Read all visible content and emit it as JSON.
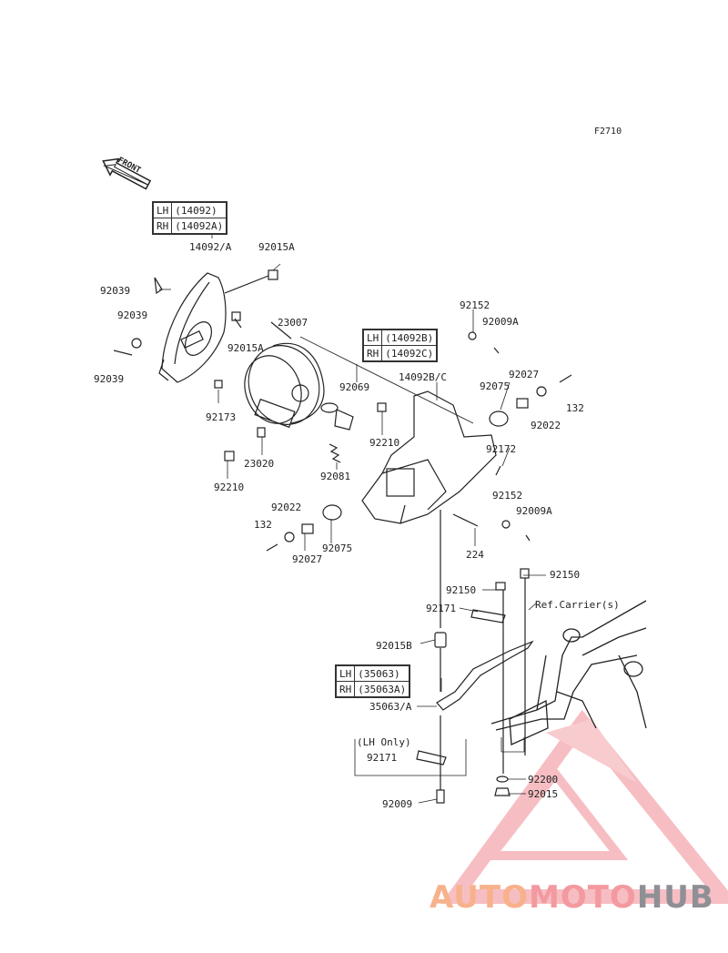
{
  "figure_code": "F2710",
  "front_label": "FRONT",
  "ref_label": "Ref.Carrier(s)",
  "lh_only_label": "(LH Only)",
  "tables": {
    "headlight_housing": [
      {
        "side": "LH",
        "part": "(14092)"
      },
      {
        "side": "RH",
        "part": "(14092A)"
      }
    ],
    "cover": [
      {
        "side": "LH",
        "part": "(14092B)"
      },
      {
        "side": "RH",
        "part": "(14092C)"
      }
    ],
    "bracket": [
      {
        "side": "LH",
        "part": "(35063)"
      },
      {
        "side": "RH",
        "part": "(35063A)"
      }
    ]
  },
  "part_labels": [
    "14092/A",
    "92015A",
    "92039",
    "92039",
    "92039",
    "23007",
    "92015A",
    "92173",
    "23020",
    "92210",
    "92069",
    "92210",
    "92081",
    "14092B/C",
    "92152",
    "92009A",
    "92027",
    "132",
    "92075",
    "92022",
    "92172",
    "92152",
    "92009A",
    "224",
    "92022",
    "132",
    "92027",
    "92075",
    "92150",
    "92150",
    "92171",
    "92015B",
    "35063/A",
    "92171",
    "92009",
    "92200",
    "92015"
  ],
  "watermark": {
    "part1": "AUTO",
    "part2": "MOTO",
    "part3": "HUB"
  },
  "colors": {
    "line": "#333333",
    "watermark_orange": "#f7b28c",
    "watermark_red": "#f39aa0",
    "watermark_gray": "#8f9096"
  }
}
